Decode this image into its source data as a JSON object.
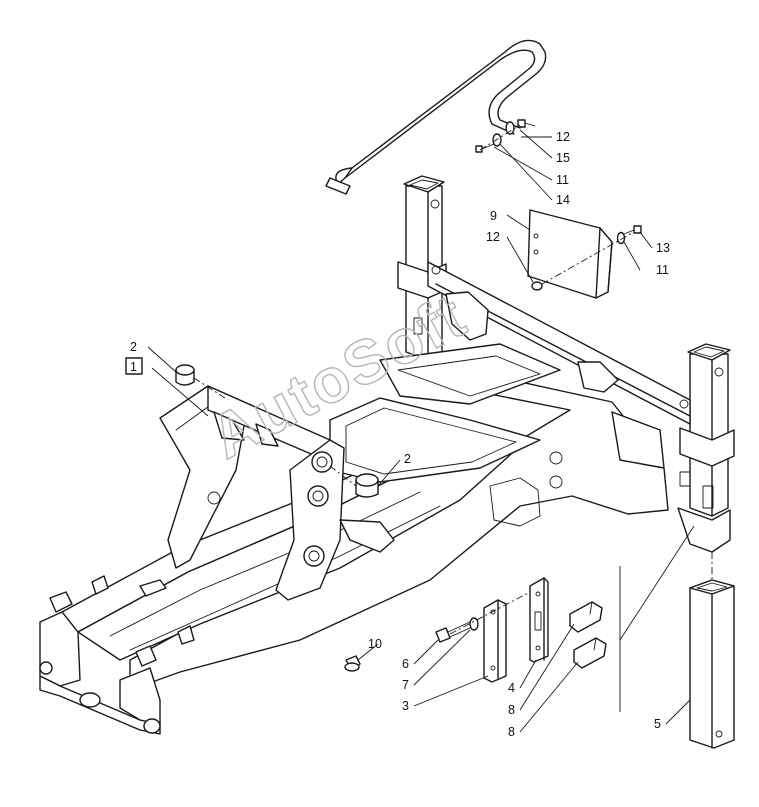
{
  "watermark": "AutoSoft",
  "callouts": [
    "1",
    "2",
    "2",
    "3",
    "4",
    "5",
    "6",
    "7",
    "8",
    "8",
    "9",
    "10",
    "11",
    "11",
    "12",
    "12",
    "13",
    "14",
    "15"
  ]
}
